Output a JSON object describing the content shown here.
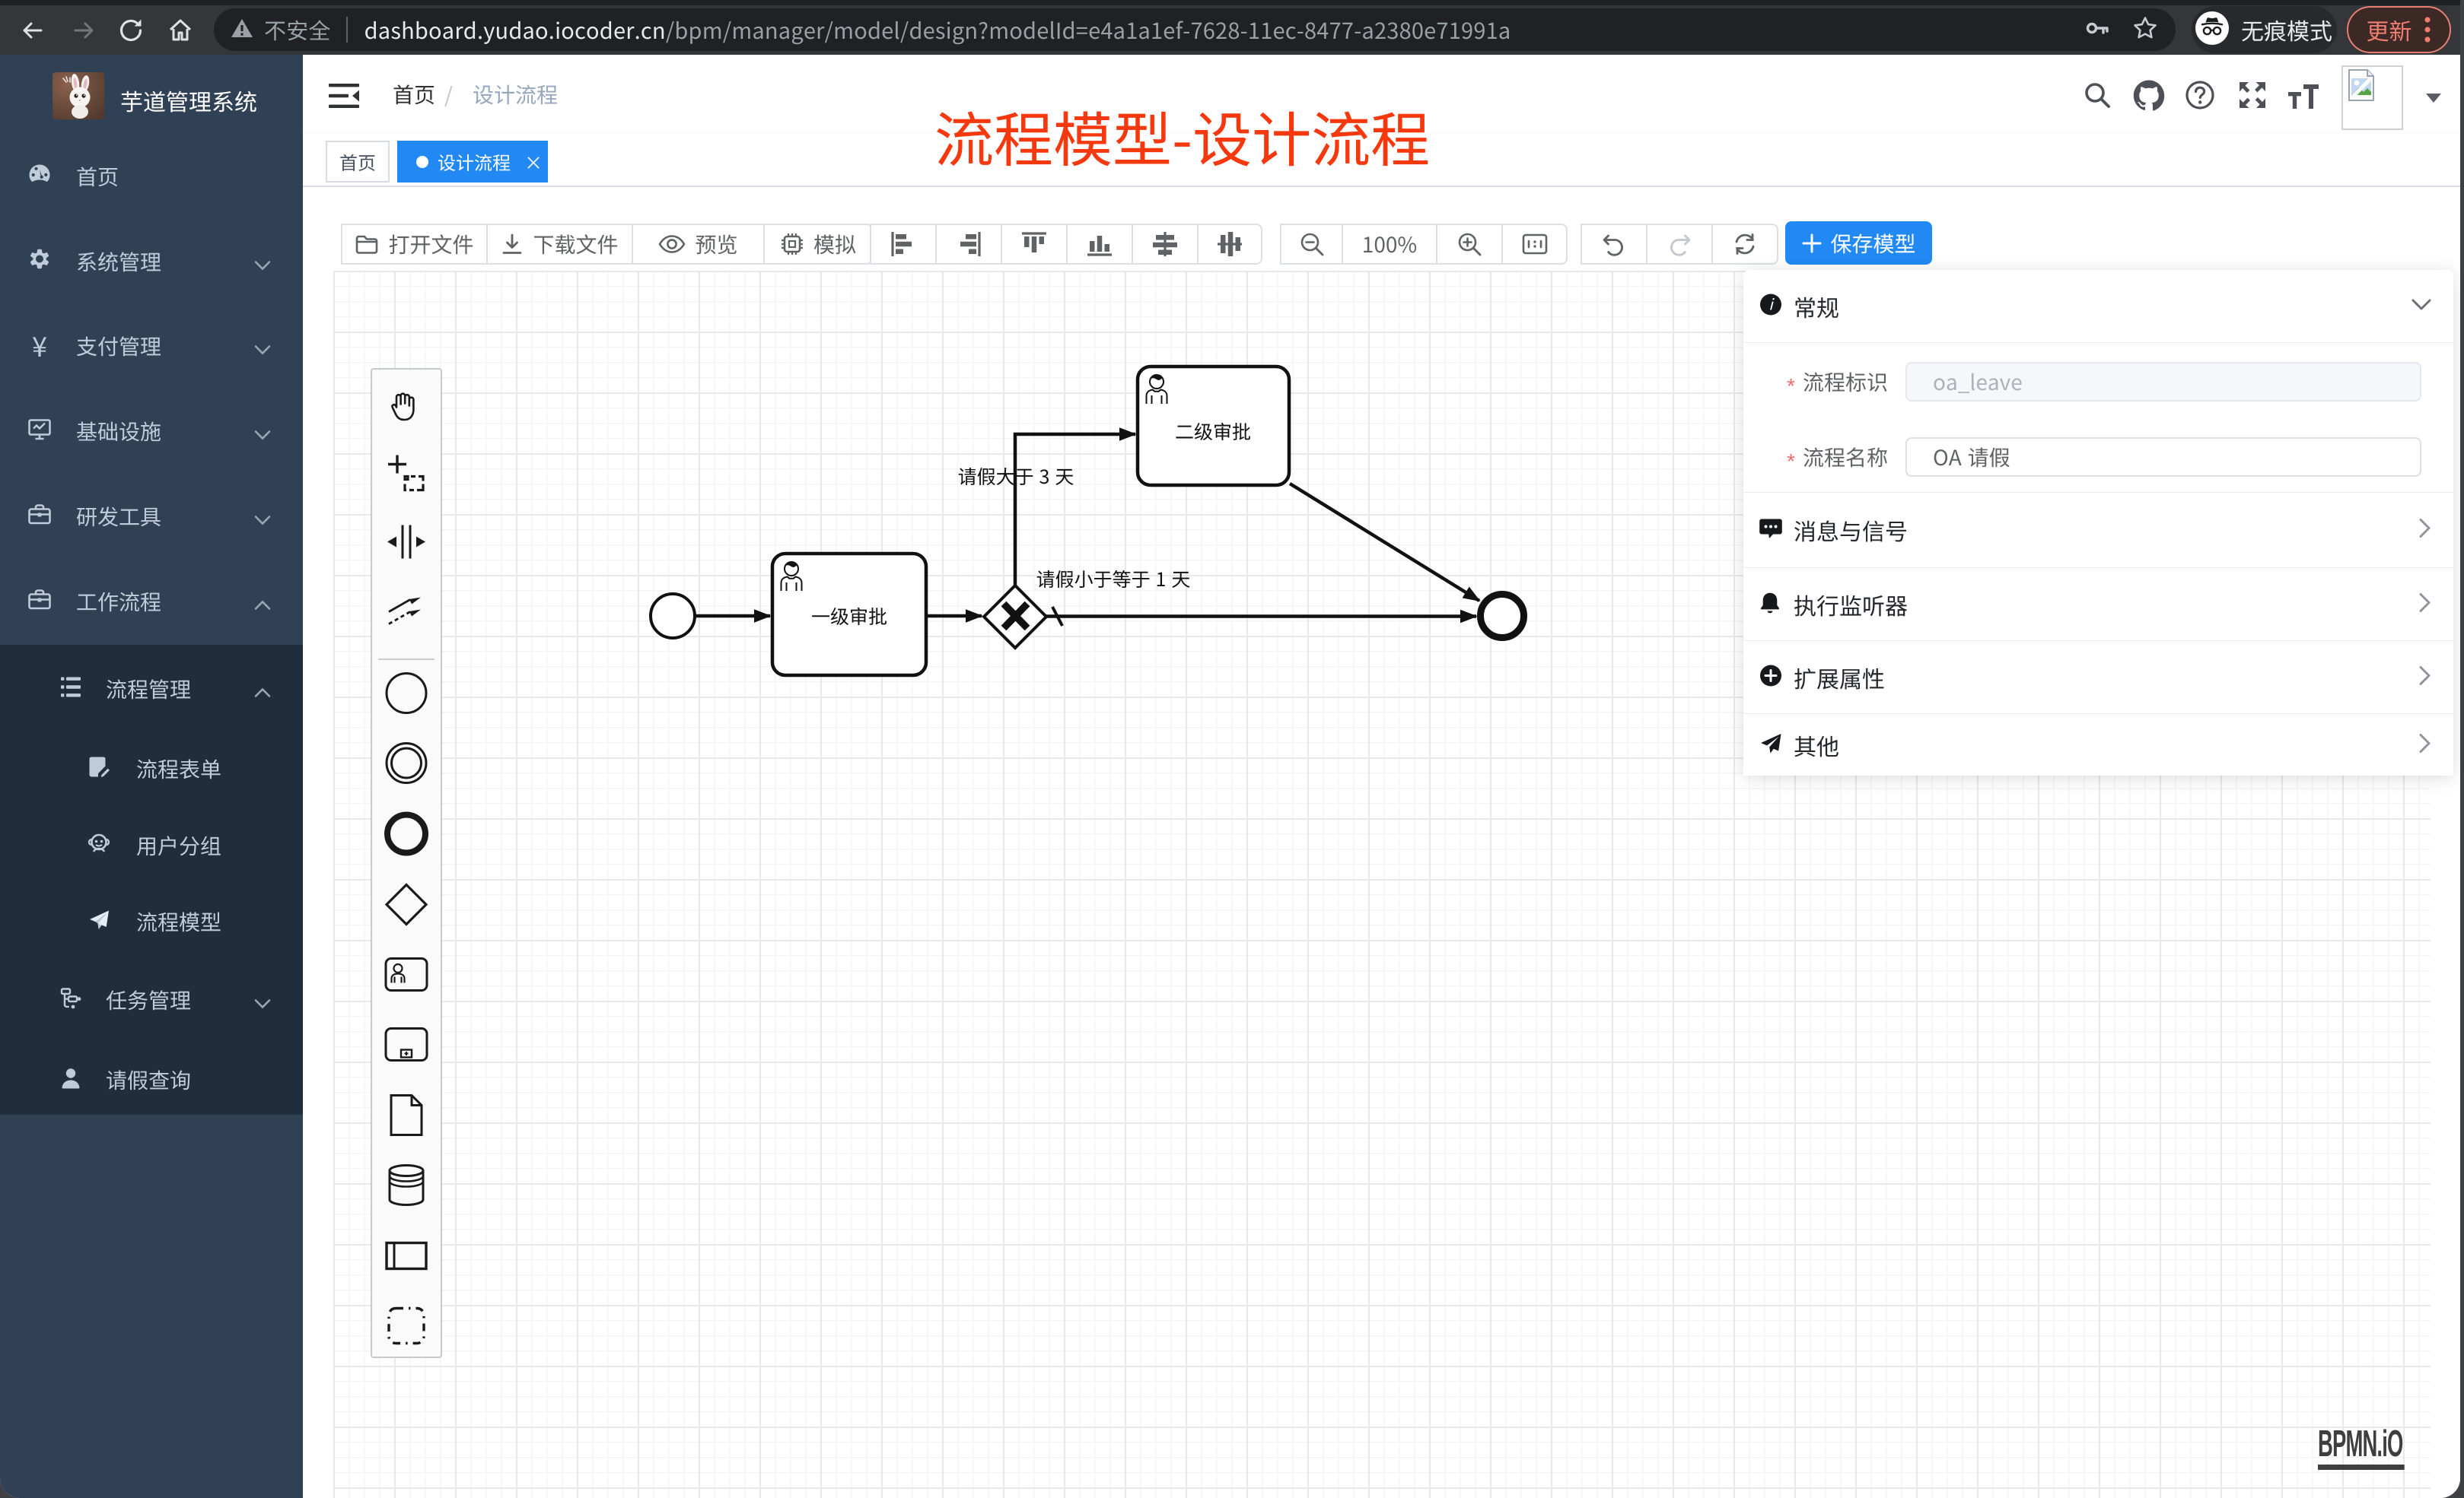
{
  "browser": {
    "not_secure_label": "不安全",
    "url_host": "dashboard.yudao.iocoder.cn",
    "url_path": "/bpm/manager/model/design?modelId=e4a1a1ef-7628-11ec-8477-a2380e71991a",
    "incognito_label": "无痕模式",
    "update_label": "更新"
  },
  "sidebar": {
    "title": "芋道管理系统",
    "items": [
      {
        "label": "首页",
        "icon": "dashboard"
      },
      {
        "label": "系统管理",
        "icon": "gear",
        "arrow": "down"
      },
      {
        "label": "支付管理",
        "icon": "yen",
        "arrow": "down"
      },
      {
        "label": "基础设施",
        "icon": "monitor",
        "arrow": "down"
      },
      {
        "label": "研发工具",
        "icon": "briefcase",
        "arrow": "down"
      },
      {
        "label": "工作流程",
        "icon": "briefcase",
        "arrow": "up"
      },
      {
        "label": "流程管理",
        "icon": "tree-list",
        "arrow": "up",
        "level": 1
      },
      {
        "label": "流程表单",
        "icon": "form-doc",
        "level": 2
      },
      {
        "label": "用户分组",
        "icon": "user-group",
        "level": 2
      },
      {
        "label": "流程模型",
        "icon": "paper-plane",
        "level": 2
      },
      {
        "label": "任务管理",
        "icon": "org-tree",
        "arrow": "down",
        "level": 1
      },
      {
        "label": "请假查询",
        "icon": "person",
        "level": 1
      }
    ]
  },
  "header": {
    "breadcrumb": {
      "home": "首页",
      "separator": "/",
      "current": "设计流程"
    }
  },
  "tags": {
    "home": "首页",
    "active": "设计流程"
  },
  "annotation": "流程模型-设计流程",
  "toolbar": {
    "open_file": "打开文件",
    "download_file": "下载文件",
    "preview": "预览",
    "simulate": "模拟",
    "zoom_value": "100%",
    "save_model": "保存模型"
  },
  "panel": {
    "general": {
      "title": "常规",
      "process_id_label": "流程标识",
      "process_id_value": "oa_leave",
      "process_name_label": "流程名称",
      "process_name_value": "OA 请假"
    },
    "sections": {
      "message_signal": "消息与信号",
      "execution_listener": "执行监听器",
      "extended_attributes": "扩展属性",
      "other": "其他"
    }
  },
  "diagram": {
    "task1": "一级审批",
    "task2": "二级审批",
    "label_gt3": "请假大于 3 天",
    "label_le1": "请假小于等于 1 天"
  },
  "watermark": "BPMN.iO",
  "colors": {
    "primary_blue": "#2289f4",
    "sidebar_bg": "#304156",
    "submenu_bg": "#1f2d3d",
    "annotation_red": "#f5380e"
  }
}
